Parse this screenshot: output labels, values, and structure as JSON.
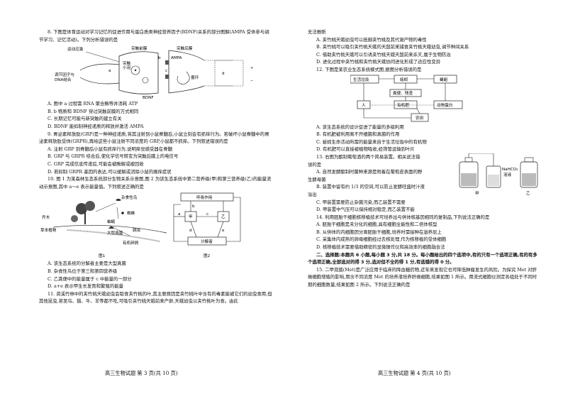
{
  "left": {
    "q8": {
      "stem": "8. 下图是体育运动对学习记忆的促进作用与蛋白质类神经营养因子(BDNF)关系的部分图解(AMPA 受体参与调节学习、记忆活动)。下列分析错误的是",
      "fig": {
        "label_exercise": "运动应激",
        "label_factor1": "调节因子与",
        "label_factor2": "DNA结合",
        "label_presyn": "突触前膜",
        "label_postsyn": "突触后膜",
        "label_vesicle1": "突触",
        "label_vesicle2": "小泡",
        "label_ampa": "AMPA",
        "label_bdnf": "BDNF",
        "label_a": "a",
        "label_b": "b",
        "label_c": "c",
        "label_d": "d",
        "label_loop": "循环"
      },
      "options": [
        "A. 图中 a 过程需 RNA 聚合酶等并消耗 ATP",
        "B. b 物质和 BDNF 穿过突触前膜的方式相同",
        "C. 长期记忆可能与新突触的建立有关",
        "D. BDNF 能抑制神经递质的释放并激活 AMPA"
      ]
    },
    "q9": {
      "stem": "9. 胃泌素释放肽(GRP)是一种神经递质,将其注射到小鼠脊髓后,小鼠立刻会有抓痒行为。若破坏小鼠脊髓中的胃泌素释放肽受体(GRPR),再给这些小鼠注射不同浓度的 GRP,小鼠都不抓痒。下列叙述错误的是",
      "options": [
        "A. 注射 GRP 到脊髓后小鼠有抓痒行为,说明痒觉感受器在脊髓",
        "B. GRP 与 GRPR 结合后,使化学信号转变为突触后膜上的电信号",
        "C. GRP 完成信息传递后,可能会被酶解或被回收",
        "D. 若抑制 GRPR 基因的表达,可以缓解或消除小鼠的瘙痒症状"
      ]
    },
    "q10": {
      "stem": "10. 图 1 为某森林生态系统部分生物关系示意图,图 2 为该生态系统中第二营养级(甲)和第三营养级(乙)的能量流动示意图,其中 a～e 表示能量值。下列叙述正确的是",
      "fig1": {
        "tree": "乔木",
        "herb": "草本植物",
        "omni_bird": "杂食性鸟",
        "spider": "蜘蛛",
        "mycelium": "蚰蜒",
        "fungi": "大型真菌",
        "flea": "跳虫",
        "debris": "有机碎屑",
        "caption": "图1"
      },
      "fig2": {
        "resp": "呼吸作用",
        "jia": "甲",
        "yi": "乙",
        "decomp": "分解者",
        "a": "a",
        "b": "b",
        "c": "c",
        "d": "d",
        "e": "e",
        "caption": "图2"
      },
      "options": [
        "A. 该生态系统的分解者主要是大型真菌",
        "B. 杂食性鸟位于第三和第四营养级",
        "C. 乙粪便中的能量属于 c 中能量的一部分",
        "D. a+e 表示甲生长发育和繁殖的能量"
      ]
    },
    "q11": {
      "stem": "11. 资溪竹林中的夹竹桃天蛾幼虫会取食夹竹桃的叶,其主要原因是夹竹桃叶中含有的毒素能被它们的幼虫食用,但其他昆虫,甚至鸟、猫、牛、羊等都不吃,可吸引夹竹桃天蛾前来产卵,天蛾幼虫以夹竹桃叶为食。由此"
    }
  },
  "right": {
    "q11_cont": "无法推断",
    "q11_options": [
      "A. 夹竹桃天蛾幼虫可以抵御夹竹桃及其代谢产物的毒性",
      "B. 夹竹桃可以吸引夹竹桃天蛾的天敌前来捕食夹竹桃天蛾幼虫,调节种间关系",
      "C. 借助夹竹桃天蛾可以引诱夹竹桃天蛾天敌前来杀灭,属于生物防治",
      "D. 进化过程中夹竹桃和夹竹桃天蛾协同进化形成了适应性变异"
    ],
    "q12": {
      "stem": "12. 下图是某农业生态系统模式图,据图分析错误的是",
      "fig": {
        "garbage": "生活垃圾",
        "earthworm": "蚯蚓",
        "fly": "蝇蛆",
        "feces": "粪便、残渣",
        "human": "人",
        "organic": "有机肥",
        "animal_protein": "动物蛋白",
        "field": "农田"
      },
      "options": [
        "A. 该生态系统的设计促进了能量的多级利用",
        "B. 有机肥被利用离不开细菌和真菌的作用",
        "C. 蚯蚓生命活动所需的能量来自于生活垃圾中的有机物",
        "D. 有机肥可以直接被植物吸收,经筛管运输到叶片"
      ]
    },
    "q13": {
      "stem_a": "13. 右图为酿制葡萄酒的两个简易装置。相关说法错",
      "stem_b": "误的是",
      "fig": {
        "solution1": "NaHCO₃",
        "solution2": "溶液",
        "label_jia": "甲",
        "label_yi": "乙"
      },
      "options": [
        "A. 自然发酵酿制时菌种来源是附着在葡萄皮表面的野生酵母菌",
        "B. 装置中留有约 1/3 的空间,可以防止发酵旺盛时汁液溢出",
        "C. 甲装置需要防止杂菌污染,而乙装置不需要",
        "D. 甲装置中气压可以保持相对稳定,而乙装置不能"
      ],
      "opt_a_line1": "A. 自然发酵酿制时菌种来源是附着在葡萄皮表面的野",
      "opt_a_line2": "生酵母菌",
      "opt_b_line1": "B. 装置中留有约 1/3 的空间,可以防止发酵旺盛时汁液",
      "opt_b_line2": "溢出"
    },
    "q14": {
      "stem": "14. 利用胚胎干细胞核移植技术可培养出与供体核基因相同的复制品,下列说法正确的是",
      "options": [
        "A. 胚胎干细胞是未分化的细胞,具有细胞全能性和二倍体核型",
        "B. 从供体的内细胞团分离胚胎干细胞,培养时需接种在滋养层上",
        "C. 采集体内成熟的卵母细胞经过去核处理,作为核移植的受体细胞",
        "D. 核移植技术需要借助精密的显微操作仪和高效率的细胞融合法"
      ]
    },
    "section2": {
      "title": "二、选择题:本题共 6 小题,每小题 3 分,共 18 分。每小题给出的四个选项中,有的只有一个选项正确,有的有多个选项正确,全部选对的得 3 分,选对但不全的得 1 分,有选错的得 0 分。"
    },
    "q15": {
      "stem": "15. 二甲双胍(Met)是广泛应用于临床的降血糖药物,近年来发现它也可降低肿瘤发生的风险。为探究 Met 对肝癌细胞增殖的影响,用含不同浓度 Met 的培养液培养肝癌细胞,结果如图 1 所示。用流式细胞仪测定各组处于不同时期的细胞数量,结果如图 2 所示。下列说法正确的是"
    }
  },
  "footer": {
    "left": "高三生物试题  第 3 页(共 10 页)",
    "right": "高三生物试题  第 4 页(共 10 页)"
  }
}
